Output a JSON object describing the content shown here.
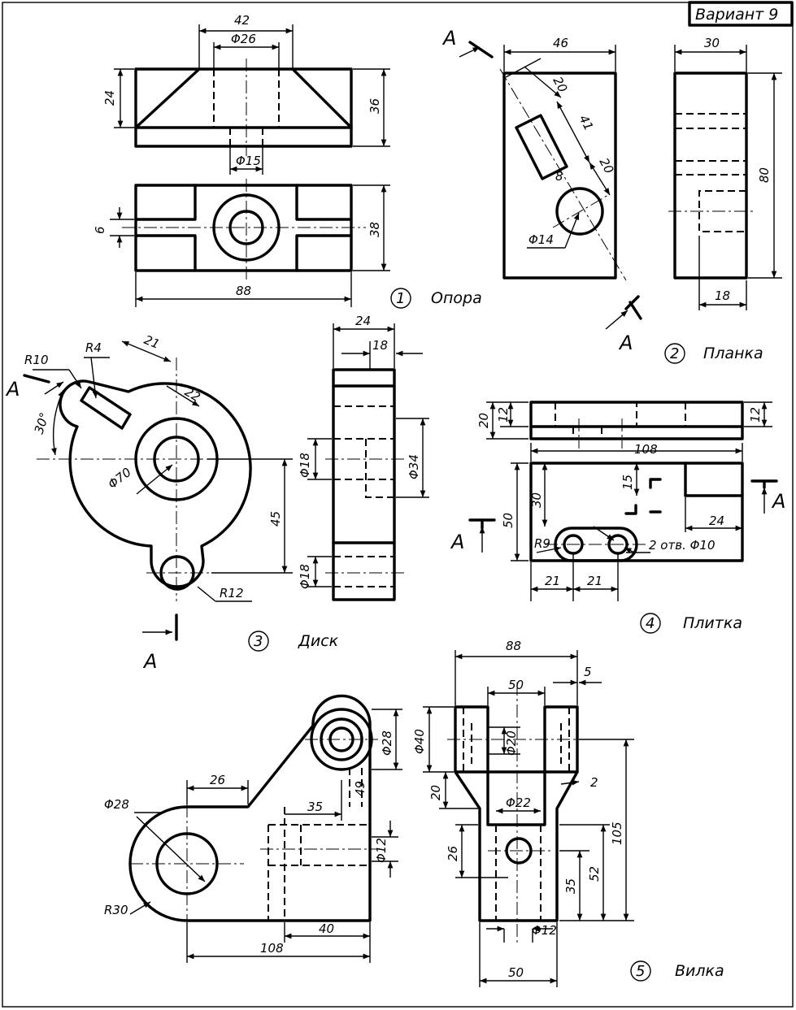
{
  "sheet": {
    "variant": "Вариант 9",
    "section_letter": "A"
  },
  "parts": [
    {
      "number": "1",
      "name": "Опора",
      "dims": [
        "42",
        "Φ26",
        "24",
        "36",
        "Φ15",
        "6",
        "38",
        "88"
      ]
    },
    {
      "number": "2",
      "name": "Планка",
      "dims": [
        "46",
        "20",
        "41",
        "20",
        "8",
        "Φ14",
        "30",
        "80",
        "18"
      ]
    },
    {
      "number": "3",
      "name": "Диск",
      "dims": [
        "R10",
        "R4",
        "21",
        "22",
        "30°",
        "Φ70",
        "45",
        "R12",
        "24",
        "18",
        "Φ18",
        "Φ34",
        "Φ18"
      ]
    },
    {
      "number": "4",
      "name": "Плитка",
      "dims": [
        "20",
        "12",
        "12",
        "108",
        "50",
        "30",
        "15",
        "24",
        "R9",
        "2 отв. Φ10",
        "21",
        "21"
      ]
    },
    {
      "number": "5",
      "name": "Вилка",
      "dims": [
        "Φ28",
        "26",
        "35",
        "Φ28",
        "49",
        "Φ12",
        "R30",
        "40",
        "108",
        "88",
        "50",
        "5",
        "Φ40",
        "Φ20",
        "20",
        "2",
        "Φ22",
        "26",
        "35",
        "52",
        "105",
        "Φ12",
        "50"
      ]
    }
  ]
}
